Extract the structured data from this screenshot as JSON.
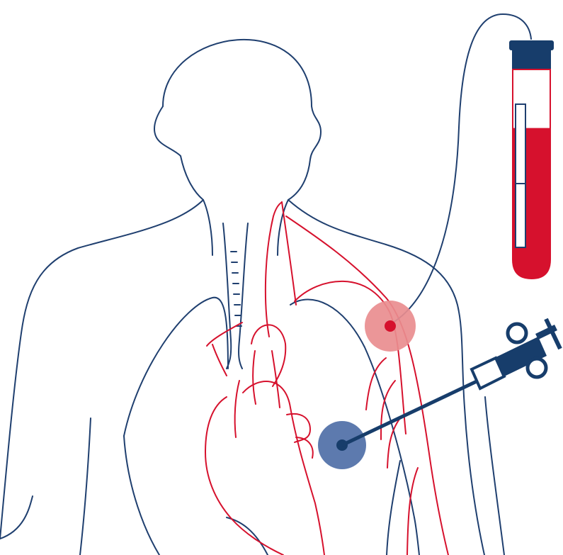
{
  "colors": {
    "outline": "#1f3f6f",
    "artery": "#d6112d",
    "blood": "#d6112d",
    "arterial_marker": "#e98d8f",
    "arterial_marker_center": "#d6112d",
    "venous_marker": "#4f6fa7",
    "venous_marker_center": "#173d6b",
    "tube_cap": "#173d6b",
    "syringe": "#173d6b"
  },
  "illustration": {
    "body_outline_icon": "human-torso-outline",
    "heart_icon": "heart-outline",
    "aorta_icon": "aorta-outline",
    "carotid_artery_icon": "artery-outline",
    "subclavian_artery_icon": "artery-outline",
    "blood_tube_icon": "blood-collection-tube",
    "syringe_icon": "syringe",
    "arterial_puncture_marker": "arterial-sample-point",
    "venous_puncture_marker": "venous-sample-point"
  },
  "measurements": {
    "tube_blood_fill_level": 0.72
  }
}
